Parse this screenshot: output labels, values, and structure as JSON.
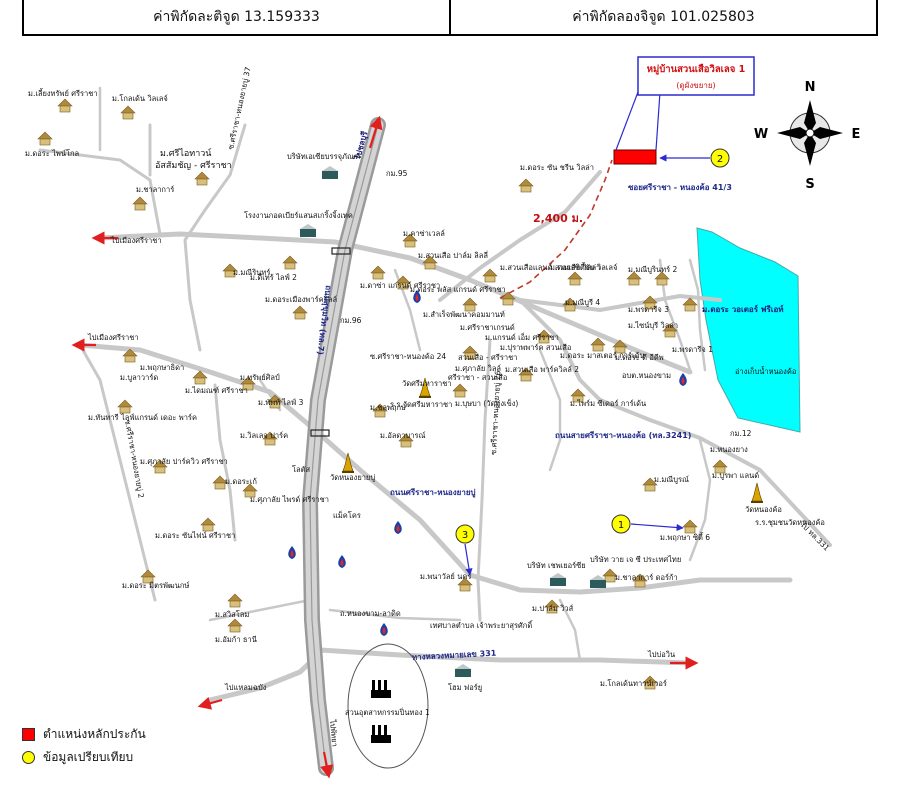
{
  "header": {
    "latitude_label": "ค่าพิกัดละติจูด 13.159333",
    "longitude_label": "ค่าพิกัดลองจิจูด 101.025803"
  },
  "title_box": {
    "title": "หมู่บ้านสวนเสือวิลเลจ 1",
    "subtitle": "(ดูผังขยาย)"
  },
  "compass": {
    "n": "N",
    "e": "E",
    "s": "S",
    "w": "W"
  },
  "distance": "2,400 ม.",
  "markers": {
    "m1": "1",
    "m2": "2",
    "m3": "3"
  },
  "roads": {
    "r1": "ถนนสุขุมวิท (ทล.7)",
    "r2": "ซอยศรีราชา - หนองค้อ 41/3",
    "r3": "ถนนสายศรีราชา-หนองค้อ (ทล.3241)",
    "r4": "ถนนศรีราชา-หนองยายบู่",
    "r5": "ทางหลวงหมายเลข 331",
    "r6": "ซ.ศรีราชา-หนองค้อ 24",
    "r7": "ศรีราชา - สวนเสือ",
    "r8": "ซ.ศรีราชา-หนองยายบู่ 37",
    "r9": "ซ.ศรีราชา-หนองยายบู่ 26",
    "r10": "ซ.ศรีราชา-หนองยายบู่ 2",
    "r11": "ถ.หนองขาม-ลาดิด"
  },
  "directions": {
    "d1": "ไปชลบุรี",
    "d2": "ไปเมืองศรีราชา",
    "d3": "ไปเมืองศรีราชา",
    "d4": "ไปบ่อวิน",
    "d5": "ไปแหลมฉบัง",
    "d6": "ไปพัทยา",
    "d7": "ไป ทล.331"
  },
  "places": {
    "p1": "ม.เลี้ยงทรัพย์ ศรีราชา",
    "p2": "ม.โกลเด้น วิลเลจ์",
    "p3": "ม.ศรีไอทาวน์",
    "p4": "อัสสัมชัญ - ศรีราชา",
    "p5": "ม.ดอระ ไพน์โกล",
    "p6": "ม.ชาลาการ์",
    "p7": "บริษัทเอเซียบรรจุภัณฑ์",
    "p8": "โรงงานกอดเบียร์แสนสเกริ้งจิ้งเทค",
    "p9": "กม.95",
    "p10": "ม.ดอระ ซัน ชรีน วิลล่า",
    "p11": "ม.คาซ่าเวลล์",
    "p12": "ม.สวนเสือ ปาล์ม ลิลลี่",
    "p13": "ม.ดาซ่า แกรนด์ ศรีราชา",
    "p14": "ม.ดอระ พลัส แกรนด์ ศรีราชา",
    "p15": "ม.มณีรินทร์",
    "p16": "ม.ดีเทร้ ไลฟ์ 2",
    "p17": "ม.ดอระเมืองพาร์ควิลล์",
    "p18": "กม.96",
    "p19": "ม.สำเร็จพัฒนาคอมมานท์",
    "p20": "ม.ศรีราชาเกรนด์",
    "p21": "ม.สวนเสือแลนด์ สวนเสือ วิลล่า",
    "p22": "ม.ดอระซิตี้ขับ วิลเลจ์",
    "p23": "ม.มณีบูรินทร์ 2",
    "p24": "ม.มณีบูรี 4",
    "p25": "ม.พรดารีจ 3",
    "p26": "ม.ไซน์บุรี วิลล่า",
    "p27": "ม.พรดารีจ 1",
    "p28": "ม.ดอระ วอเตอร์ ฟรีเอท์",
    "p29": "อ่างเก็บน้ำหนองค้อ",
    "p30": "ม.แกรนด์ เอ็ม ศรีราชา",
    "p31": "ม.ปุราพพาร์ค สวนเสือ",
    "p32": "ม.ศรีราชา วิลล่า",
    "p33": "สวนเสือ - ศรีราชา",
    "p34": "ม.ศุภาลัย วิลล์",
    "p35": "ม.สวนเสือ พาร์ควิลล์ 2",
    "p36": "ม.ดอระ มาสเตอร์ การ์เด้น",
    "p37": "ม.ดอระ ดี อีดีพ",
    "p38": "อบต.หนองขาม",
    "p39": "ม.ไพร์ม ซีเดอร์ การ์เด้น",
    "p40": "ไปเมืองศรีราชา",
    "p41": "ม.พฤกษาธิดา",
    "p42": "ม.บูลาวาร์ด",
    "p43": "ม.ไดมณฑ์ ศรีราชา",
    "p44": "ม.ทรัพย์ศิลป์",
    "p45": "ม.พัพท์ ไลฟ์ 3",
    "p46": "ม.ทันทารี ไลฟ์แกรนด์ เดอะ พาร์ค",
    "p47": "ม.ชลพฤกษ์",
    "p48": "วัดศรีมหาราชา",
    "p49": "ร.ร.วัดศรีมหาราชา",
    "p50": "ม.บุษบา (วัดทุ่งเข็ง)",
    "p51": "ม.ศุภาลัย ปาร์ควิว ศรีราชา",
    "p52": "ม.วิลเลจ ปาร์ค",
    "p53": "ม.อัลดาบารณ์",
    "p54": "โลตัส",
    "p55": "วัดหนองยายบู่",
    "p56": "ม.ดอระเก้",
    "p57": "ม.ศุภาลัย ไพรด์ ศรีราชา",
    "p58": "แม็คโคร",
    "p59": "ม.ดอระ ซันไฟน์ ศรีราชา",
    "p60": "ม.ดอระ มิตรพัฒนกษ์",
    "p61": "ม.หนองยาง",
    "p62": "ม.บูรพา แลนด์",
    "p63": "ม.มณีบูรณ์",
    "p64": "กม.12",
    "p65": "วัดหนองค้อ",
    "p66": "ร.ร.ชุมชนวัดหนองค้อ",
    "p67": "ม.พฤกษา ซิตี้ 6",
    "p68": "ม.ชาลาการ์ ดอร์ก้า",
    "p69": "บริษัท วาย เจ ซี ประเทศไทย",
    "p70": "บริษัท เชพเยอร์ซีย",
    "p71": "ม.พนาวัลย์ นคร",
    "p72": "ม.ปาล์ม วิวส์",
    "p73": "ม.สวิสโลม",
    "p74": "ม.อัมก้า ธานี",
    "p75": "เทศบาลตำบล เจ้าพระยาสุรศักดิ์",
    "p76": "สวนอุตสาหกรรมปิ่นทอง 1",
    "p77": "โฮม ฟอร์ยู",
    "p78": "ม.โกลเด้นทาวน์เวอร์"
  },
  "legend": {
    "red_square": "ตำแหน่งหลักประกัน",
    "yellow_circle": "ข้อมูลเปรียบเทียบ"
  },
  "colors": {
    "road": "#c8c8c8",
    "highway": "#b5b5b5",
    "reservoir": "#00ffff",
    "arrow": "#e21f1f",
    "collateral": "#ff0000",
    "comparable": "#ffff00",
    "house": "#c8a84a"
  }
}
